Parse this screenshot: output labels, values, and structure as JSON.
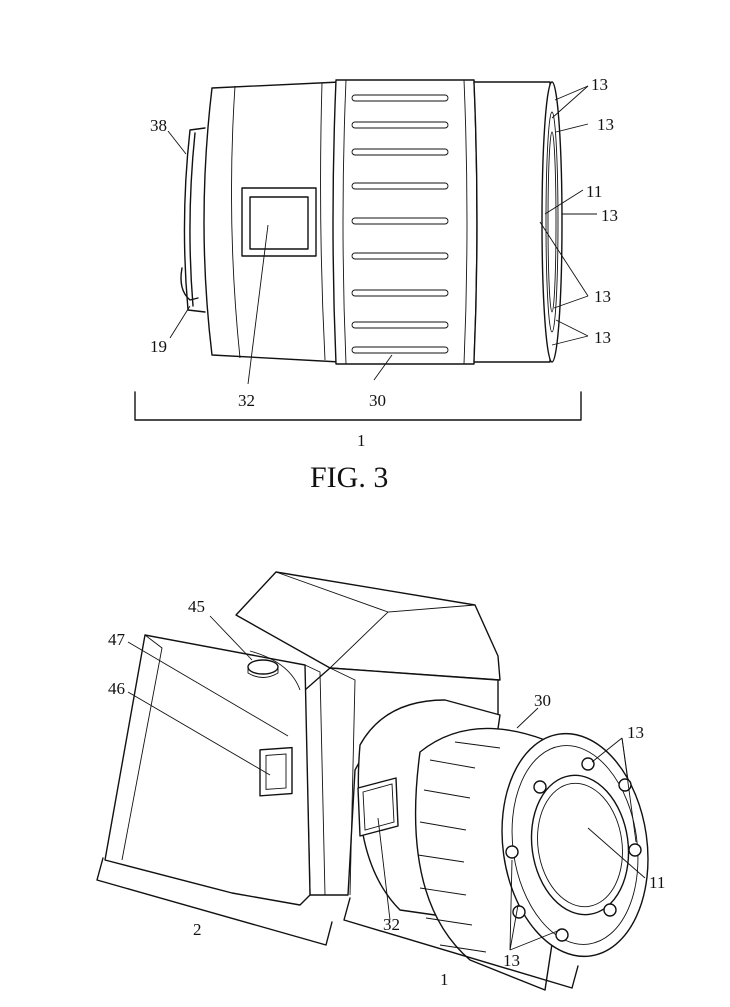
{
  "figure3": {
    "caption": "FIG. 3",
    "refs": {
      "r38": "38",
      "r19": "19",
      "r32": "32",
      "r30": "30",
      "r1": "1",
      "r11": "11",
      "r13a": "13",
      "r13b": "13",
      "r13c": "13",
      "r13d": "13",
      "r13e": "13"
    }
  },
  "figure4": {
    "refs": {
      "r45": "45",
      "r47": "47",
      "r46": "46",
      "r30": "30",
      "r13top": "13",
      "r11": "11",
      "r32": "32",
      "r13bot": "13",
      "r2": "2",
      "r1": "1"
    }
  }
}
